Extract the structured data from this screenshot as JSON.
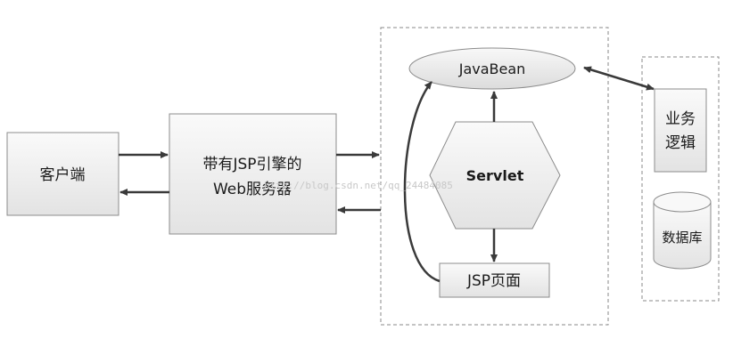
{
  "diagram": {
    "client_label": "客户端",
    "webserver_label_line1": "带有JSP引擎的",
    "webserver_label_line2": "Web服务器",
    "javabean_label": "JavaBean",
    "servlet_label": "Servlet",
    "jsp_page_label": "JSP页面",
    "business_logic_line1": "业务",
    "business_logic_line2": "逻辑",
    "database_label": "数据库",
    "watermark": "http://blog.csdn.net/qq_24484085"
  },
  "colors": {
    "box_fill_start": "#f7f7f7",
    "box_fill_end": "#e4e4e4",
    "box_stroke": "#8c8c8c",
    "arrow": "#3a3a3a",
    "dashed_border": "#8a8a8a"
  }
}
